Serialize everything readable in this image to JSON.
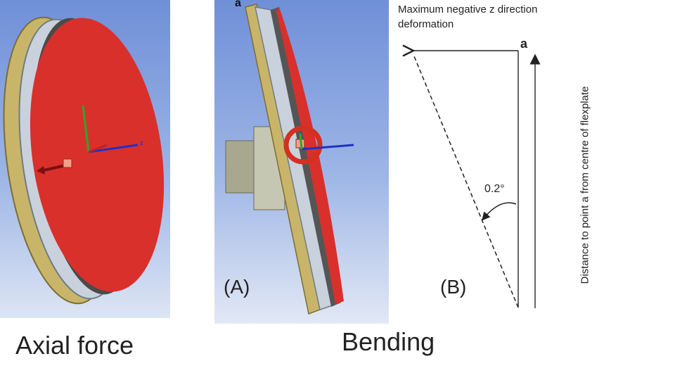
{
  "captions": {
    "axial": "Axial force",
    "bending": "Bending"
  },
  "sublabels": {
    "a": "(A)",
    "b": "(B)"
  },
  "diagram": {
    "max_deformation": "Maximum negative z direction deformation",
    "point_a": "a",
    "angle": "0.2°",
    "distance_axis": "Distance to point a from centre of flexplate"
  },
  "model": {
    "point_marker": "a",
    "axis_label": "z"
  },
  "colors": {
    "face": "#d9302c",
    "rim": "#c8b56a",
    "ring": "#c9d2dc",
    "background_top": "#6f8fd8",
    "axis_x": "#d22020",
    "axis_y": "#2aa82a",
    "axis_z": "#2030c8"
  }
}
